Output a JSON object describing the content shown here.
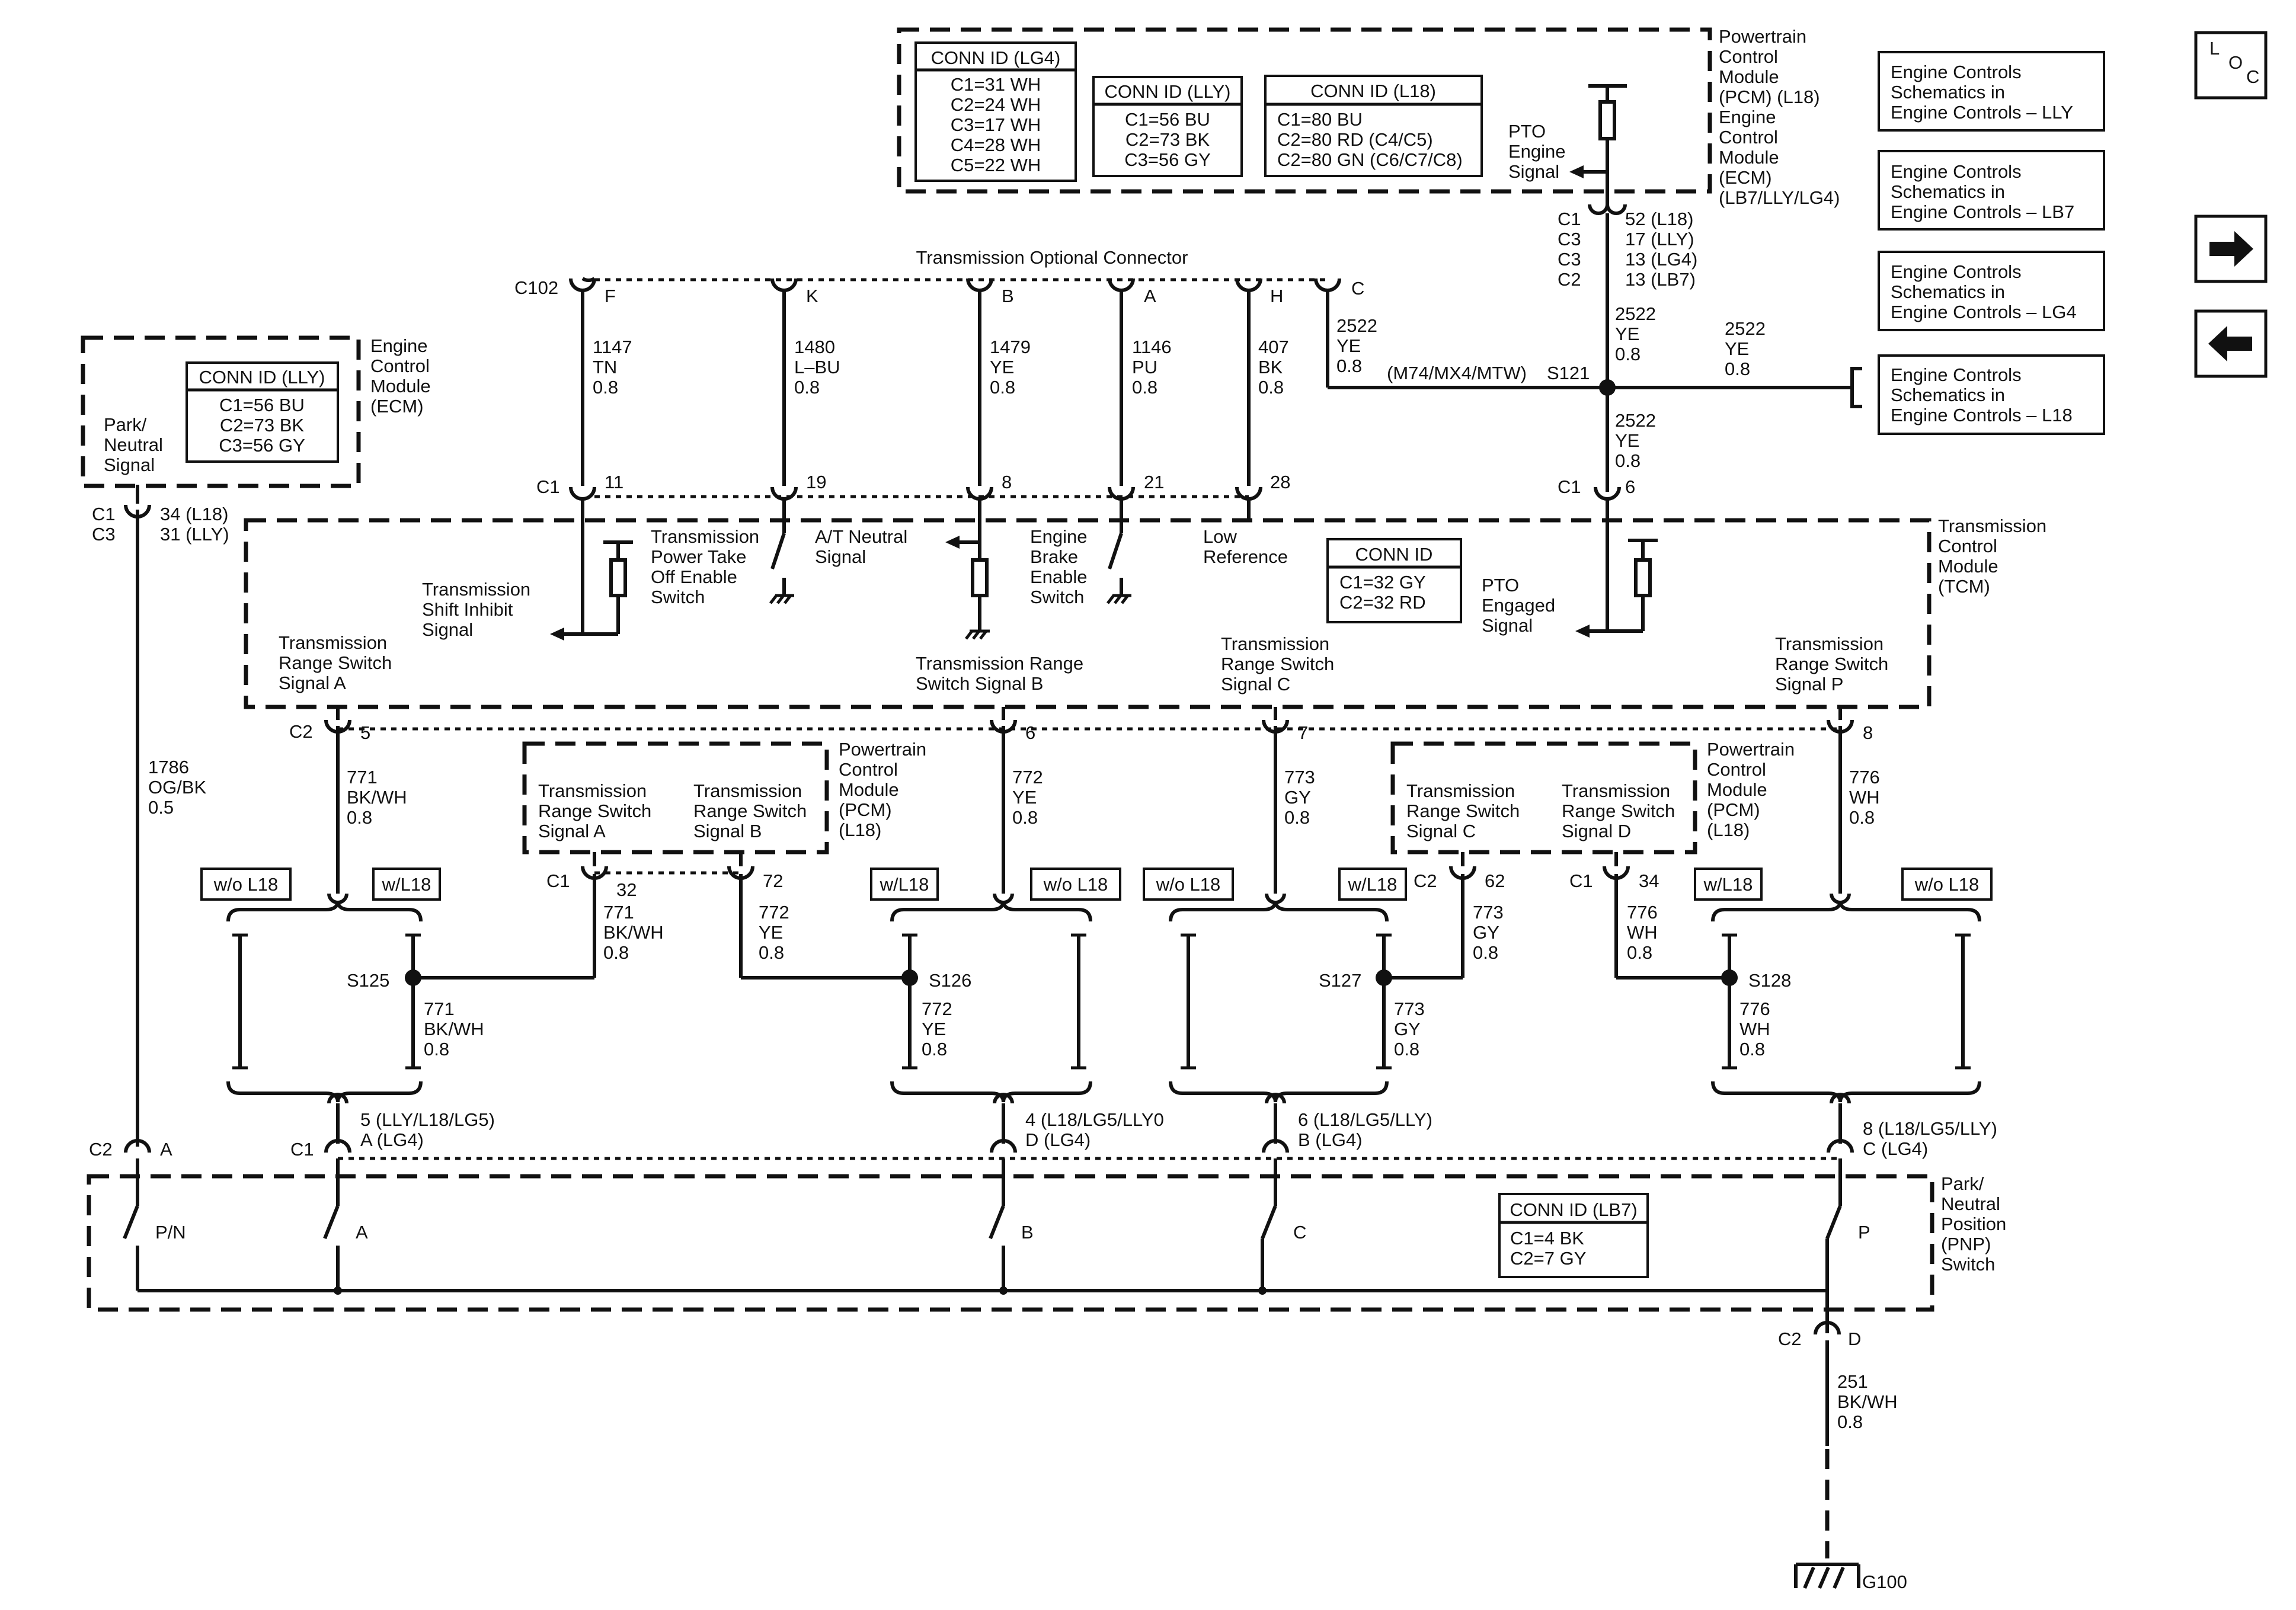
{
  "ecm_box": {
    "title": [
      "Engine",
      "Control",
      "Module",
      "(ECM)"
    ],
    "signal": [
      "Park/",
      "Neutral",
      "Signal"
    ],
    "conn_title": "CONN ID (LLY)",
    "conn": [
      "C1=56 BU",
      "C2=73 BK",
      "C3=56 GY"
    ]
  },
  "pcm_top": {
    "title": [
      "Powertrain",
      "Control",
      "Module",
      "(PCM) (L18)",
      "Engine",
      "Control",
      "Module",
      "(ECM)",
      "(LB7/LLY/LG4)"
    ],
    "pto_signal": [
      "PTO",
      "Engine",
      "Signal"
    ],
    "conn_lg4_title": "CONN ID (LG4)",
    "conn_lg4": [
      "C1=31 WH",
      "C2=24 WH",
      "C3=17 WH",
      "C4=28 WH",
      "C5=22 WH"
    ],
    "conn_lly_title": "CONN ID (LLY)",
    "conn_lly": [
      "C1=56 BU",
      "C2=73 BK",
      "C3=56 GY"
    ],
    "conn_l18_title": "CONN ID (L18)",
    "conn_l18": [
      "C1=80 BU",
      "C2=80 RD (C4/C5)",
      "C2=80 GN (C6/C7/C8)"
    ]
  },
  "references": [
    [
      "Engine Controls",
      "Schematics in",
      "Engine Controls – LLY"
    ],
    [
      "Engine Controls",
      "Schematics in",
      "Engine Controls – LB7"
    ],
    [
      "Engine Controls",
      "Schematics in",
      "Engine Controls – LG4"
    ],
    [
      "Engine Controls",
      "Schematics in",
      "Engine Controls – L18"
    ]
  ],
  "nav": {
    "loc": [
      "L",
      "O",
      "C"
    ],
    "next": "➡",
    "prev": "⬅"
  },
  "optional_connector": {
    "title": "Transmission Optional Connector",
    "c102": "C102",
    "pins": [
      "F",
      "K",
      "B",
      "A",
      "H",
      "C"
    ],
    "wires": [
      [
        "1147",
        "TN",
        "0.8"
      ],
      [
        "1480",
        "L–BU",
        "0.8"
      ],
      [
        "1479",
        "YE",
        "0.8"
      ],
      [
        "1146",
        "PU",
        "0.8"
      ],
      [
        "407",
        "BK",
        "0.8"
      ],
      [
        "2522",
        "YE",
        "0.8"
      ]
    ],
    "option": "(M74/MX4/MTW)"
  },
  "splice_s121": {
    "name": "S121",
    "wire_up": [
      "2522",
      "YE",
      "0.8"
    ],
    "wire_right": [
      "2522",
      "YE",
      "0.8"
    ],
    "wire_down": [
      "2522",
      "YE",
      "0.8"
    ],
    "conn_left": [
      "C1",
      "C3",
      "C3",
      "C2"
    ],
    "conn_right": [
      "52 (L18)",
      "17 (LLY)",
      "13 (LG4)",
      "13 (LB7)"
    ]
  },
  "ecm_conn": {
    "left": [
      "C1",
      "C3"
    ],
    "right": [
      "34 (L18)",
      "31 (LLY)"
    ]
  },
  "tcm": {
    "title": [
      "Transmission",
      "Control",
      "Module",
      "(TCM)"
    ],
    "conn_title": "CONN ID",
    "conn": [
      "C1=32 GY",
      "C2=32 RD"
    ],
    "c1": "C1",
    "c1_pins": [
      "11",
      "19",
      "8",
      "21",
      "28",
      "6"
    ],
    "c2": "C2",
    "c2_pins": [
      "5",
      "6",
      "7",
      "8"
    ],
    "shift_inhibit": [
      "Transmission",
      "Shift Inhibit",
      "Signal"
    ],
    "pto_enable": [
      "Transmission",
      "Power Take",
      "Off Enable",
      "Switch"
    ],
    "at_neutral": [
      "A/T Neutral",
      "Signal"
    ],
    "engine_brake": [
      "Engine",
      "Brake",
      "Enable",
      "Switch"
    ],
    "low_ref": [
      "Low",
      "Reference"
    ],
    "pto_engaged": [
      "PTO",
      "Engaged",
      "Signal"
    ],
    "range_a": [
      "Transmission",
      "Range Switch",
      "Signal A"
    ],
    "range_b": [
      "Transmission Range",
      "Switch Signal B"
    ],
    "range_c": [
      "Transmission",
      "Range Switch",
      "Signal C"
    ],
    "range_p": [
      "Transmission",
      "Range Switch",
      "Signal P"
    ]
  },
  "wire_1786": [
    "1786",
    "OG/BK",
    "0.5"
  ],
  "tcm_out_wires": [
    [
      "771",
      "BK/WH",
      "0.8"
    ],
    [
      "772",
      "YE",
      "0.8"
    ],
    [
      "773",
      "GY",
      "0.8"
    ],
    [
      "776",
      "WH",
      "0.8"
    ]
  ],
  "pcm_mid1": {
    "labels_a": [
      "Transmission",
      "Range Switch",
      "Signal A"
    ],
    "labels_b": [
      "Transmission",
      "Range Switch",
      "Signal B"
    ],
    "title": [
      "Powertrain",
      "Control",
      "Module",
      "(PCM)",
      "(L18)"
    ],
    "conn": "C1",
    "pin_a": "32",
    "pin_b": "72",
    "wire_a": [
      "771",
      "BK/WH",
      "0.8"
    ],
    "wire_b": [
      "772",
      "YE",
      "0.8"
    ]
  },
  "pcm_mid2": {
    "labels_c": [
      "Transmission",
      "Range Switch",
      "Signal C"
    ],
    "labels_d": [
      "Transmission",
      "Range Switch",
      "Signal D"
    ],
    "title": [
      "Powertrain",
      "Control",
      "Module",
      "(PCM)",
      "(L18)"
    ],
    "conn_c": "C2",
    "pin_c": "62",
    "conn_d": "C1",
    "pin_d": "34",
    "wire_c": [
      "773",
      "GY",
      "0.8"
    ],
    "wire_d": [
      "776",
      "WH",
      "0.8"
    ]
  },
  "options": {
    "wo": "w/o L18",
    "w": "w/L18"
  },
  "splices": [
    {
      "name": "S125",
      "wire": [
        "771",
        "BK/WH",
        "0.8"
      ]
    },
    {
      "name": "S126",
      "wire": [
        "772",
        "YE",
        "0.8"
      ]
    },
    {
      "name": "S127",
      "wire": [
        "773",
        "GY",
        "0.8"
      ]
    },
    {
      "name": "S128",
      "wire": [
        "776",
        "WH",
        "0.8"
      ]
    }
  ],
  "pnp_conn": {
    "c2a_left": "C2",
    "c2a_right": "A",
    "c1": "C1",
    "pin_a": [
      "5 (LLY/L18/LG5)",
      "A (LG4)"
    ],
    "pin_b": [
      "4 (L18/LG5/LLY0",
      "D (LG4)"
    ],
    "pin_c": [
      "6 (L18/LG5/LLY)",
      "B (LG4)"
    ],
    "pin_p": [
      "8 (L18/LG5/LLY)",
      "C (LG4)"
    ]
  },
  "pnp": {
    "title": [
      "Park/",
      "Neutral",
      "Position",
      "(PNP)",
      "Switch"
    ],
    "conn_title": "CONN ID (LB7)",
    "conn": [
      "C1=4 BK",
      "C2=7 GY"
    ],
    "contacts": [
      "P/N",
      "A",
      "B",
      "C",
      "P"
    ],
    "c2d_left": "C2",
    "c2d_right": "D"
  },
  "ground": {
    "wire": [
      "251",
      "BK/WH",
      "0.8"
    ],
    "name": "G100"
  }
}
